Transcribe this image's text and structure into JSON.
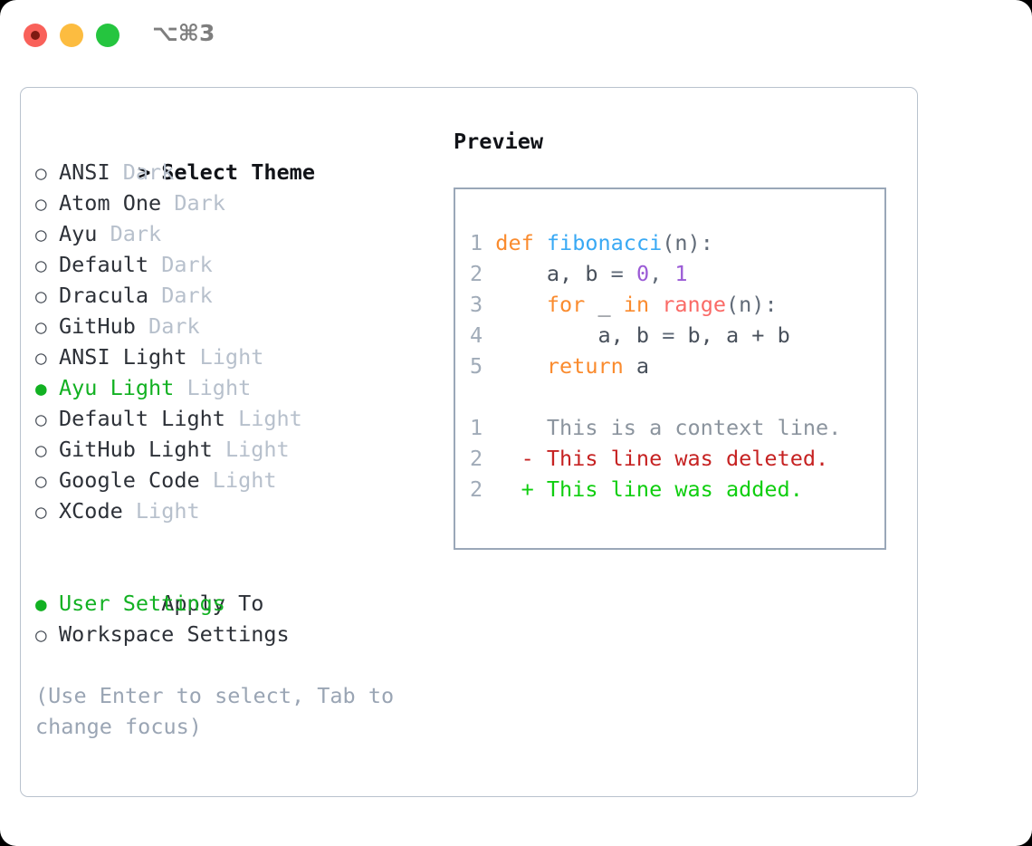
{
  "titlebar": {
    "shortcut": "⌥⌘3",
    "buttons": [
      "close",
      "minimize",
      "maximize"
    ]
  },
  "left_panel": {
    "header": {
      "marker": ">",
      "label": "Select Theme"
    },
    "themes": [
      {
        "marker": "○",
        "name": "ANSI",
        "tag": "Dark",
        "selected": false
      },
      {
        "marker": "○",
        "name": "Atom One",
        "tag": "Dark",
        "selected": false
      },
      {
        "marker": "○",
        "name": "Ayu",
        "tag": "Dark",
        "selected": false
      },
      {
        "marker": "○",
        "name": "Default",
        "tag": "Dark",
        "selected": false
      },
      {
        "marker": "○",
        "name": "Dracula",
        "tag": "Dark",
        "selected": false
      },
      {
        "marker": "○",
        "name": "GitHub",
        "tag": "Dark",
        "selected": false
      },
      {
        "marker": "○",
        "name": "ANSI Light",
        "tag": "Light",
        "selected": false
      },
      {
        "marker": "●",
        "name": "Ayu Light",
        "tag": "Light",
        "selected": true
      },
      {
        "marker": "○",
        "name": "Default Light",
        "tag": "Light",
        "selected": false
      },
      {
        "marker": "○",
        "name": "GitHub Light",
        "tag": "Light",
        "selected": false
      },
      {
        "marker": "○",
        "name": "Google Code",
        "tag": "Light",
        "selected": false
      },
      {
        "marker": "○",
        "name": "XCode",
        "tag": "Light",
        "selected": false
      }
    ],
    "apply_to": {
      "header": "Apply To",
      "options": [
        {
          "marker": "●",
          "label": "User Settings",
          "selected": true
        },
        {
          "marker": "○",
          "label": "Workspace Settings",
          "selected": false
        }
      ]
    },
    "hint": "(Use Enter to select, Tab to change focus)"
  },
  "right_panel": {
    "title": "Preview",
    "code_lines": [
      {
        "num": "1",
        "tokens": [
          {
            "t": "def",
            "c": "kw"
          },
          {
            "t": " ",
            "c": "plain"
          },
          {
            "t": "fibonacci",
            "c": "fn"
          },
          {
            "t": "(n):",
            "c": "punc"
          }
        ]
      },
      {
        "num": "2",
        "tokens": [
          {
            "t": "    a, b ",
            "c": "plain"
          },
          {
            "t": "= ",
            "c": "punc"
          },
          {
            "t": "0",
            "c": "num"
          },
          {
            "t": ", ",
            "c": "punc"
          },
          {
            "t": "1",
            "c": "num"
          }
        ]
      },
      {
        "num": "3",
        "tokens": [
          {
            "t": "    ",
            "c": "plain"
          },
          {
            "t": "for",
            "c": "kw"
          },
          {
            "t": " _ ",
            "c": "plain"
          },
          {
            "t": "in",
            "c": "kw"
          },
          {
            "t": " ",
            "c": "plain"
          },
          {
            "t": "range",
            "c": "bi"
          },
          {
            "t": "(n):",
            "c": "punc"
          }
        ]
      },
      {
        "num": "4",
        "tokens": [
          {
            "t": "        a, b ",
            "c": "plain"
          },
          {
            "t": "= ",
            "c": "punc"
          },
          {
            "t": "b, a + b",
            "c": "plain"
          }
        ]
      },
      {
        "num": "5",
        "tokens": [
          {
            "t": "    ",
            "c": "plain"
          },
          {
            "t": "return",
            "c": "kw"
          },
          {
            "t": " a",
            "c": "plain"
          }
        ]
      }
    ],
    "diff_lines": [
      {
        "num": "1",
        "sign": " ",
        "text": "This is a context line.",
        "c": "ctx"
      },
      {
        "num": "2",
        "sign": "-",
        "text": "This line was deleted.",
        "c": "del"
      },
      {
        "num": "2",
        "sign": "+",
        "text": "This line was added.",
        "c": "add"
      }
    ]
  },
  "colors": {
    "accent_green": "#12b122",
    "diff_add": "#0fce0f",
    "diff_del": "#c62222",
    "tag_gray": "#b7c0cc",
    "hint_gray": "#9aa5b4",
    "border": "#9aa7b8"
  }
}
